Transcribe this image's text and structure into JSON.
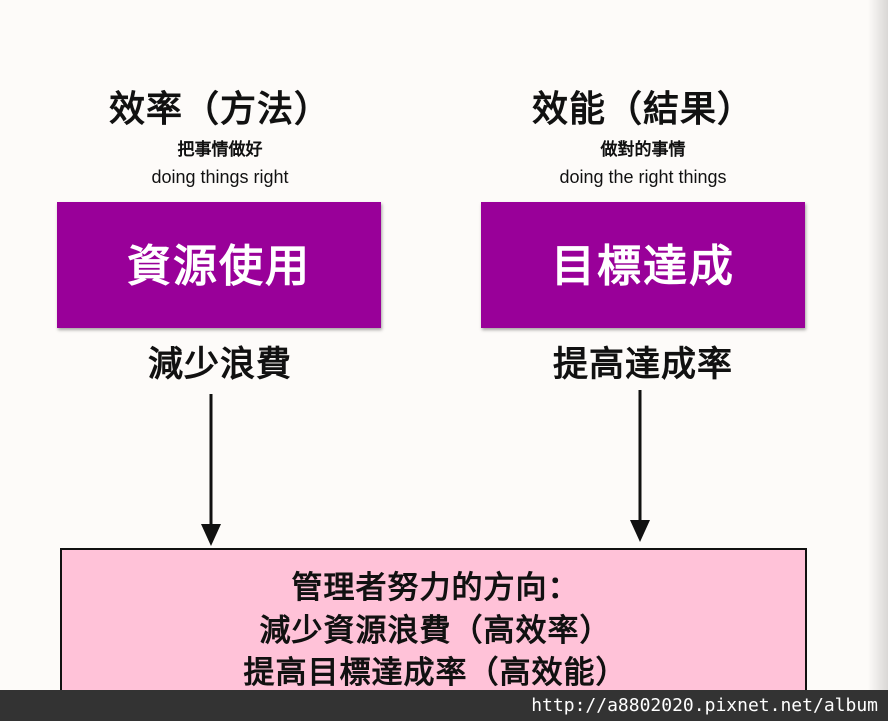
{
  "left": {
    "title": "效率（方法）",
    "subtitle_zh": "把事情做好",
    "subtitle_en": "doing things right",
    "box_label": "資源使用",
    "below_label": "減少浪費"
  },
  "right": {
    "title": "效能（結果）",
    "subtitle_zh": "做對的事情",
    "subtitle_en": "doing the right things",
    "box_label": "目標達成",
    "below_label": "提高達成率"
  },
  "summary": {
    "line1": "管理者努力的方向：",
    "line2": "減少資源浪費（高效率）",
    "line3": "提高目標達成率（高效能）"
  },
  "watermark": "http://a8802020.pixnet.net/album",
  "colors": {
    "box_fill": "#990099",
    "summary_fill": "#ffc2d8",
    "footer_bar": "#333333"
  }
}
